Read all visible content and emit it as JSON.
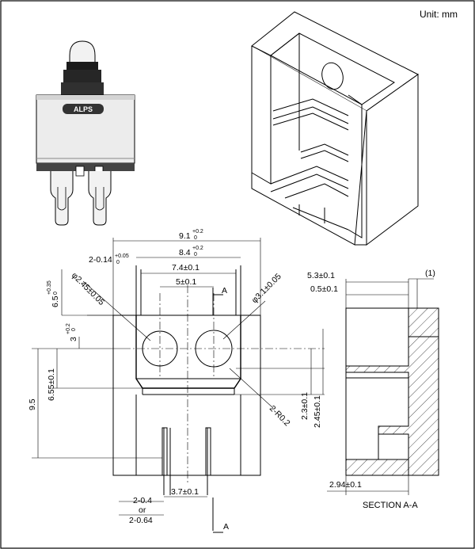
{
  "unit_label": "Unit: mm",
  "logo_text": "ALPS",
  "section_label": "SECTION A-A",
  "section_marker": "A",
  "dimensions": {
    "width_9_1": "9.1",
    "width_8_4": "8.4",
    "tol_plus_0_2": "+0.2",
    "tol_zero": "0",
    "tol_plus_0_05": "+0.05",
    "tol_plus_0_35": "+0.35",
    "notch": "2-0.14",
    "pitch_7_4": "7.4±0.1",
    "pitch_5": "5±0.1",
    "hole_2_45": "φ2.45±0.05",
    "hole_3_1": "φ3.1±0.05",
    "height_6_5": "6.5",
    "height_3": "3",
    "height_6_55": "6.55±0.1",
    "height_9_5": "9.5",
    "radius": "2-R0.2",
    "v_2_3": "2.3±0.1",
    "v_2_45": "2.45±0.1",
    "terminal_pitch": "3.7±0.1",
    "terminal_width_a": "2-0.4",
    "terminal_or": "or",
    "terminal_width_b": "2-0.64",
    "sec_5_3": "5.3±0.1",
    "sec_0_5": "0.5±0.1",
    "sec_ref_1": "(1)",
    "sec_2_94": "2.94±0.1"
  }
}
